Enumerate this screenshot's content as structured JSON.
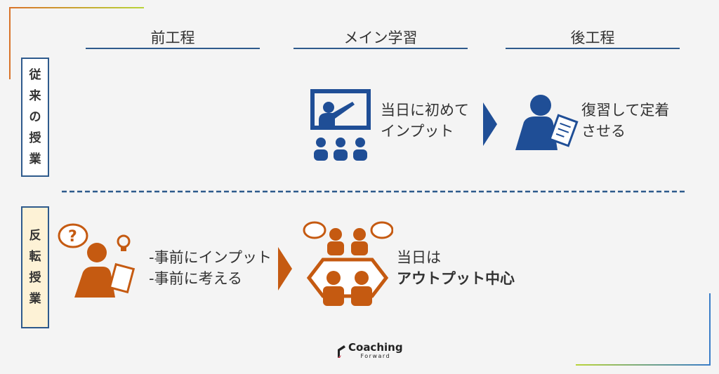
{
  "headers": [
    "前工程",
    "メイン学習",
    "後工程"
  ],
  "traditional": {
    "label": [
      "従",
      "来",
      "の",
      "授",
      "業"
    ],
    "main_text": [
      "当日に初めて",
      "インプット"
    ],
    "post_text": [
      "復習して定着",
      "させる"
    ]
  },
  "flipped": {
    "label": [
      "反",
      "転",
      "授",
      "業"
    ],
    "pre_text": [
      "-事前にインプット",
      "-事前に考える"
    ],
    "main_text": [
      "当日は",
      "アウトプット中心"
    ]
  },
  "logo": {
    "name": "Coaching",
    "sub": "Forward"
  },
  "colors": {
    "blue": "#1f4e96",
    "orange": "#c55a11",
    "frame_line": "#2e5a8c"
  }
}
